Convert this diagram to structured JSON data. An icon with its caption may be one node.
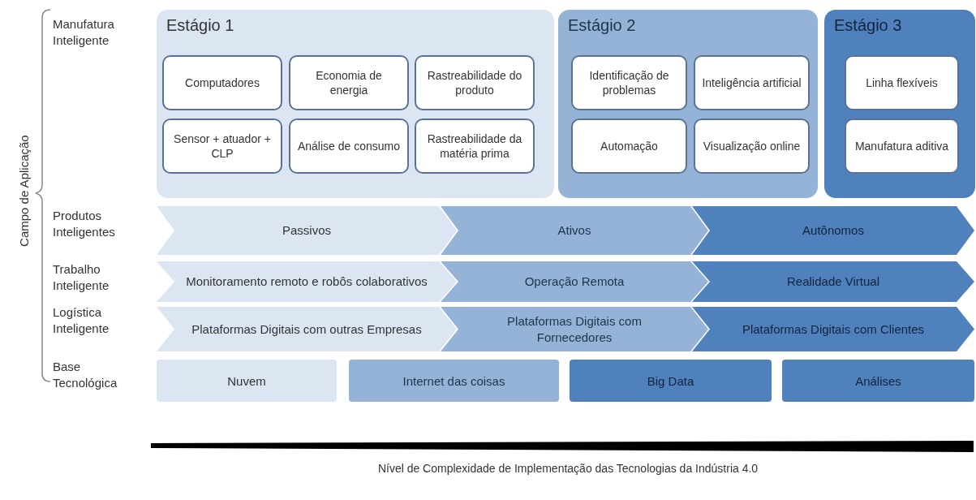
{
  "diagram": {
    "nodes": [
      {
        "text": [
          "Estágio 1"
        ]
      },
      {
        "text": [
          "Computadores"
        ],
        "in": 0
      },
      {
        "text": [
          "Economia de energia"
        ],
        "in": 0
      },
      {
        "text": [
          "Rastreabilidade do produto"
        ],
        "in": 0
      },
      {
        "text": [
          "Sensor + atuador + CLP"
        ],
        "in": 0
      },
      {
        "text": [
          "Análise de consumo"
        ],
        "in": 0
      },
      {
        "text": [
          "Rastreabilidade da matéria prima"
        ],
        "in": 0
      },
      {
        "text": [
          "Estágio 2"
        ]
      },
      {
        "text": [
          "Identificação de problemas"
        ],
        "in": 7
      },
      {
        "text": [
          "Inteligência artificial"
        ],
        "in": 7
      },
      {
        "text": [
          "Automação"
        ],
        "in": 7
      },
      {
        "text": [
          "Visualização online"
        ],
        "in": 7
      },
      {
        "text": [
          "Estágio 3"
        ]
      },
      {
        "text": [
          "Linha flexíveis"
        ],
        "in": 12
      },
      {
        "text": [
          "Manufatura aditiva"
        ],
        "in": 12
      },
      {
        "text": [
          "Passivos"
        ]
      },
      {
        "text": [
          "Ativos"
        ]
      },
      {
        "text": [
          "Autônomos"
        ]
      },
      {
        "text": [
          "Monitoramento remoto e robôs colaborativos"
        ]
      },
      {
        "text": [
          "Operação Remota"
        ]
      },
      {
        "text": [
          "Realidade Virtual"
        ]
      },
      {
        "text": [
          "Plataformas Digitais com outras Empresas"
        ]
      },
      {
        "text": [
          "Plataformas Digitais com Fornecedores"
        ]
      },
      {
        "text": [
          "Plataformas Digitais com Clientes"
        ]
      },
      {
        "text": [
          "Nuvem"
        ]
      },
      {
        "text": [
          "Internet das coisas"
        ]
      },
      {
        "text": [
          "Big Data"
        ]
      },
      {
        "text": [
          "Análises"
        ]
      }
    ],
    "labels": [
      "Campo de Aplicação",
      "Manufatura Inteligente",
      "Produtos Inteligentes",
      "Trabalho Inteligente",
      "Logística Inteligente",
      "Base Tecnológica",
      "Nível de Complexidade de Implementação das Tecnologias da Indústria 4.0"
    ]
  }
}
